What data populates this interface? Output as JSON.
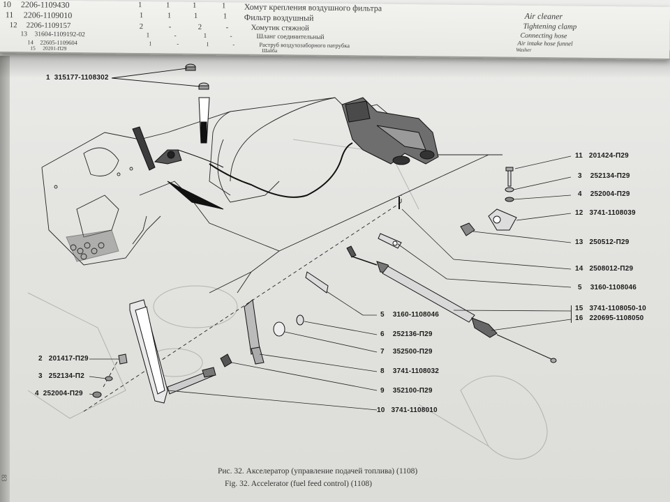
{
  "parts_table_rows": [
    {
      "num": "10",
      "code": "2206-1109430",
      "q1": "1",
      "q2": "1",
      "q3": "1",
      "q4": "1",
      "ru": "Хомут крепления воздушного фильтра",
      "en": ""
    },
    {
      "num": "11",
      "code": "2206-1109010",
      "q1": "1",
      "q2": "1",
      "q3": "1",
      "q4": "1",
      "ru": "Фильтр воздушный",
      "en": "Air cleaner"
    },
    {
      "num": "12",
      "code": "2206-1109157",
      "q1": "2",
      "q2": "-",
      "q3": "2",
      "q4": "-",
      "ru": "Хомутик стяжной",
      "en": "Tightening clamp"
    },
    {
      "num": "13",
      "code": "31604-1109192-02",
      "q1": "1",
      "q2": "-",
      "q3": "1",
      "q4": "-",
      "ru": "Шланг соединительный",
      "en": "Connecting hose"
    },
    {
      "num": "14",
      "code": "22605-1109604",
      "q1": "1",
      "q2": "-",
      "q3": "1",
      "q4": "-",
      "ru": "Раструб воздухозаборного патрубка",
      "en": "Air intake hose funnel"
    },
    {
      "num": "15",
      "code": "20201-П29",
      "q1": "",
      "q2": "",
      "q3": "",
      "q4": "",
      "ru": "Шайба",
      "en": "Washer"
    }
  ],
  "callouts": [
    {
      "id": "c1",
      "num": "1",
      "part": "315177-1108302"
    },
    {
      "id": "c11",
      "num": "11",
      "part": "201424-П29"
    },
    {
      "id": "c3r",
      "num": "3",
      "part": "252134-П29"
    },
    {
      "id": "c4r",
      "num": "4",
      "part": "252004-П29"
    },
    {
      "id": "c12",
      "num": "12",
      "part": "3741-1108039"
    },
    {
      "id": "c13",
      "num": "13",
      "part": "250512-П29"
    },
    {
      "id": "c14",
      "num": "14",
      "part": "2508012-П29"
    },
    {
      "id": "c5r",
      "num": "5",
      "part": "3160-1108046"
    },
    {
      "id": "c15",
      "num": "15",
      "part": "3741-1108050-10"
    },
    {
      "id": "c16",
      "num": "16",
      "part": "220695-1108050"
    },
    {
      "id": "c5m",
      "num": "5",
      "part": "3160-1108046"
    },
    {
      "id": "c6",
      "num": "6",
      "part": "252136-П29"
    },
    {
      "id": "c7",
      "num": "7",
      "part": "352500-П29"
    },
    {
      "id": "c8",
      "num": "8",
      "part": "3741-1108032"
    },
    {
      "id": "c9",
      "num": "9",
      "part": "352100-П29"
    },
    {
      "id": "c10",
      "num": "10",
      "part": "3741-1108010"
    },
    {
      "id": "c2l",
      "num": "2",
      "part": "201417-П29"
    },
    {
      "id": "c3l",
      "num": "3",
      "part": "252134-П2"
    },
    {
      "id": "c4l",
      "num": "4",
      "part": "252004-П29"
    }
  ],
  "caption": {
    "ru": "Рис. 32. Акселератор (управление подачей топлива) (1108)",
    "en": "Fig. 32. Accelerator (fuel feed control) (1108)"
  },
  "page_number": "83",
  "colors": {
    "ink": "#1a1a1a",
    "paper": "#e6e6e3",
    "faint": "#b9b9b4"
  }
}
